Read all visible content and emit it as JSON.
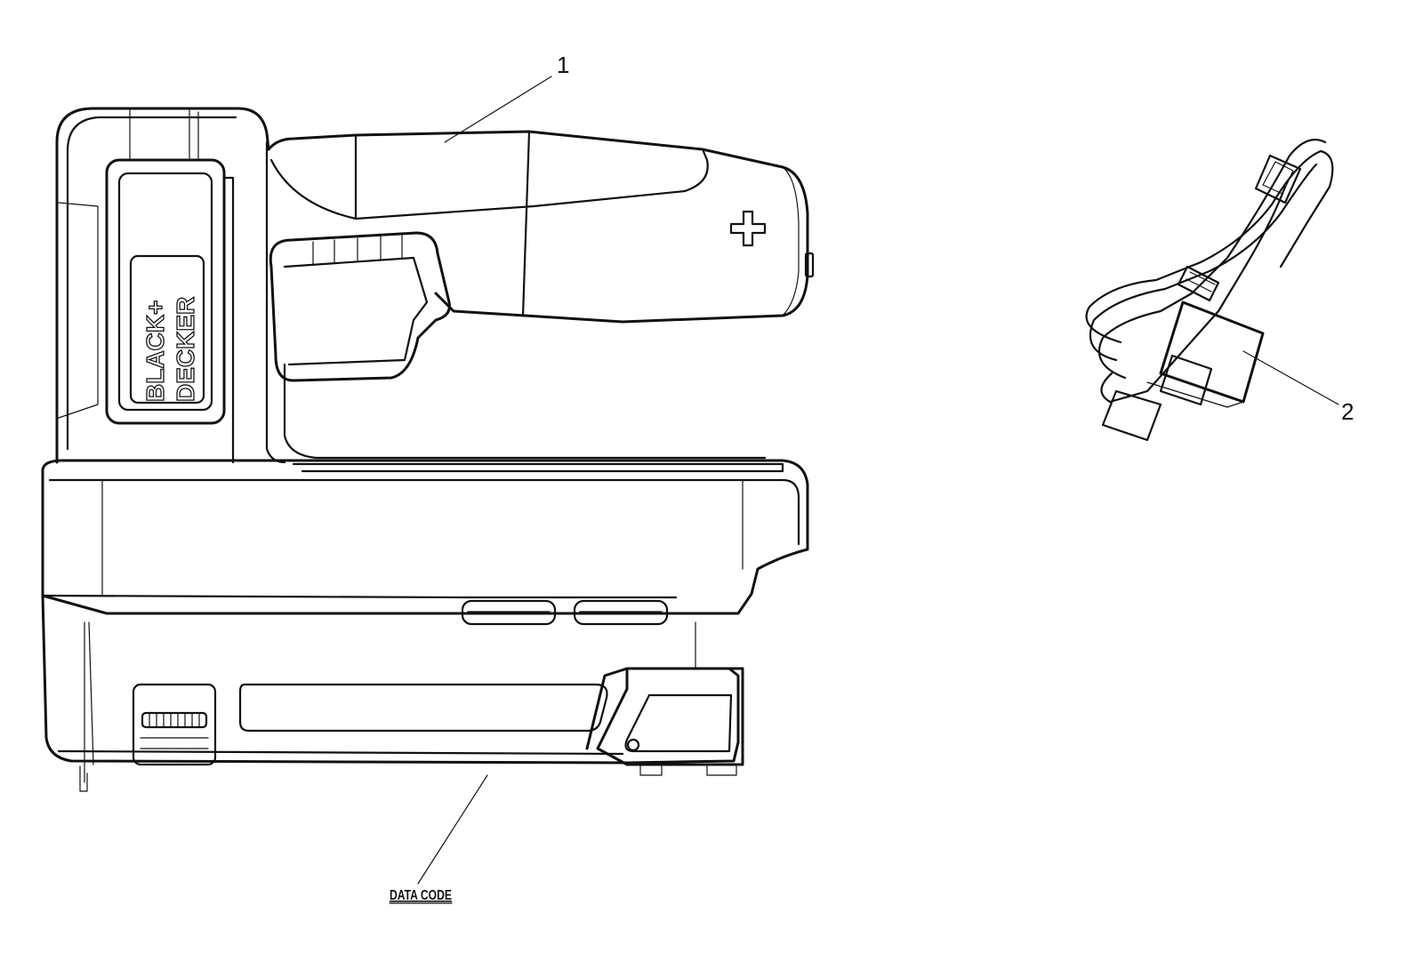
{
  "callouts": {
    "stapler": "1",
    "charger": "2",
    "data_code": "DATA CODE"
  },
  "logo": {
    "line1": "BLACK+",
    "line2": "DECKER"
  },
  "colors": {
    "line": "#111111",
    "background": "#ffffff"
  }
}
